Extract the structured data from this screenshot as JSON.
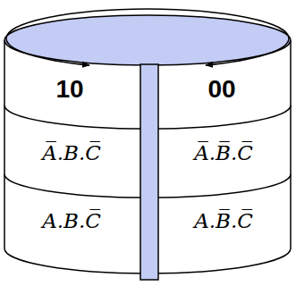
{
  "diagram": {
    "labels": [
      "10",
      "00",
      "A̅.B.C̅",
      "A̅.B̅.C̅",
      "A.B.C̅",
      "A.B̅.C̅"
    ]
  }
}
